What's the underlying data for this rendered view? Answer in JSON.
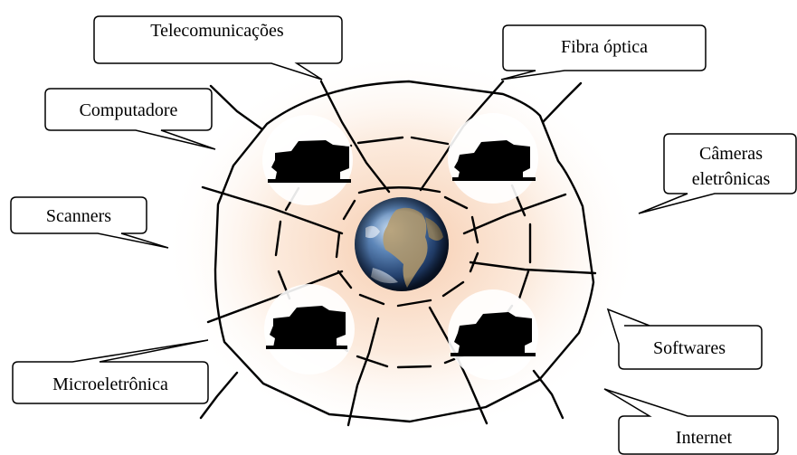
{
  "diagram": {
    "center_icon": "earth-globe-icon",
    "device_icon": "computer-device-icon",
    "labels": {
      "telecom": "Telecomunicações",
      "fiber": "Fibra óptica",
      "computers": "Computadore",
      "cameras_line1": "Câmeras",
      "cameras_line2": "eletrônicas",
      "scanners": "Scanners",
      "software": "Softwares",
      "microelectronics": "Microeletrônica",
      "internet": "Internet"
    }
  }
}
